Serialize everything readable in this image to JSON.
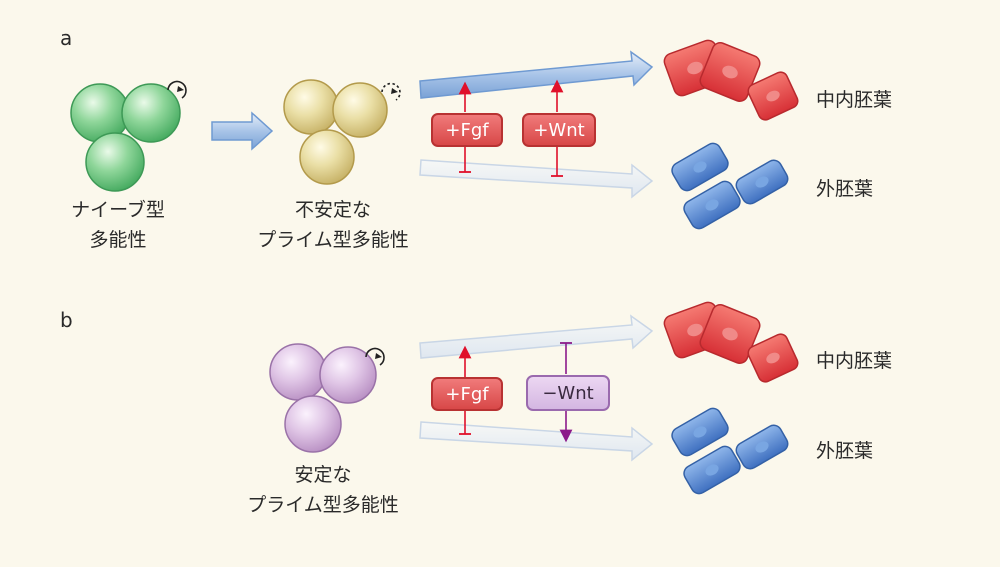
{
  "panel_a": {
    "label": "a",
    "naive": {
      "line1": "ナイーブ型",
      "line2": "多能性"
    },
    "unstable": {
      "line1": "不安定な",
      "line2": "プライム型多能性"
    },
    "fgf": "+Fgf",
    "wnt": "+Wnt",
    "fate_mesendoderm": "中内胚葉",
    "fate_ectoderm": "外胚葉"
  },
  "panel_b": {
    "label": "b",
    "stable": {
      "line1": "安定な",
      "line2": "プライム型多能性"
    },
    "fgf": "+Fgf",
    "wnt": "−Wnt",
    "fate_mesendoderm": "中内胚葉",
    "fate_ectoderm": "外胚葉"
  },
  "colors": {
    "naive_cell": "#6cc47e",
    "unstable_cell": "#e3d28c",
    "stable_cell": "#d7b7dc",
    "mesendoderm_cell": "#e8484a",
    "ectoderm_cell": "#5a8ad0",
    "strong_arrow": "#6f9ad2",
    "weak_arrow": "#d6e1ef",
    "activation": "#e0102a",
    "inhibition_wnt": "#8b1a8a"
  }
}
